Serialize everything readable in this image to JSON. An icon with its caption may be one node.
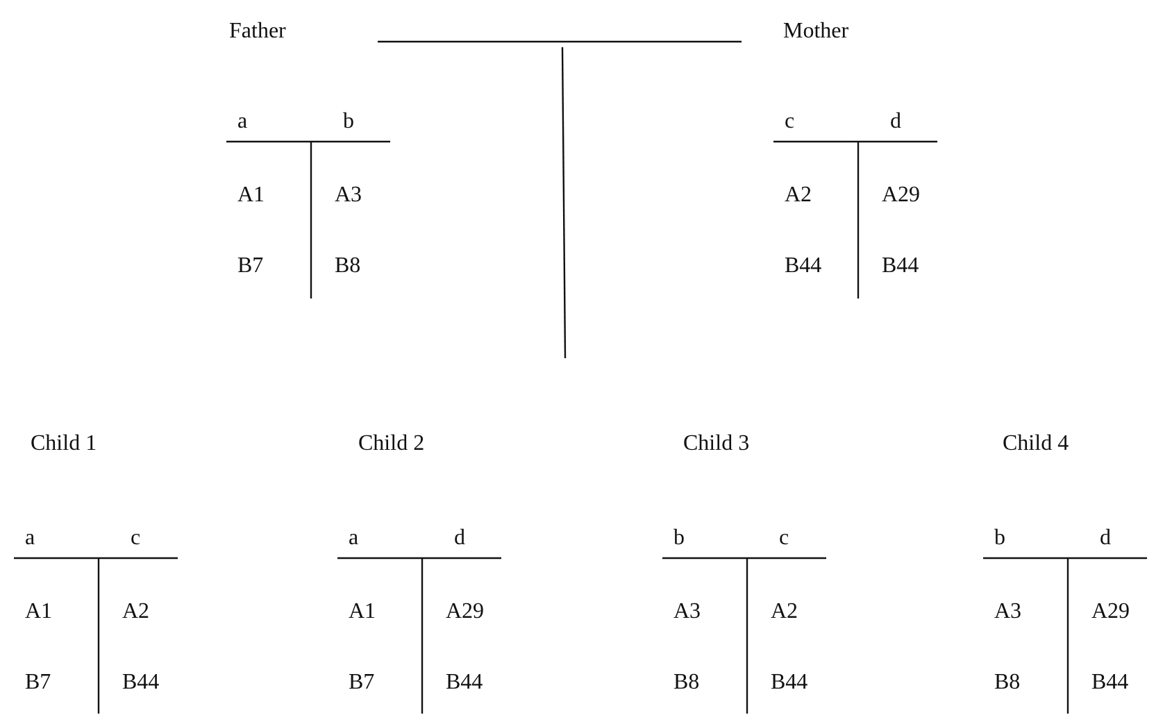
{
  "diagram": {
    "nodes": [
      {
        "text": [
          "Father"
        ]
      },
      {
        "text": [
          "Mother"
        ]
      },
      {
        "text": [
          "Child 1"
        ]
      },
      {
        "text": [
          "Child 2"
        ]
      },
      {
        "text": [
          "Child 3"
        ]
      },
      {
        "text": [
          "Child 4"
        ]
      }
    ],
    "edges": [
      {
        "from": 0,
        "to": 1,
        "arrow": "none"
      }
    ],
    "labels": [
      "a",
      "b",
      "A1",
      "A3",
      "B7",
      "B8",
      "c",
      "d",
      "A2",
      "A29",
      "B44",
      "B44",
      "a",
      "c",
      "A1",
      "A2",
      "B7",
      "B44",
      "a",
      "d",
      "A1",
      "A29",
      "B7",
      "B44",
      "b",
      "c",
      "A3",
      "A2",
      "B8",
      "B44",
      "b",
      "d",
      "A3",
      "A29",
      "B8",
      "B44"
    ]
  }
}
